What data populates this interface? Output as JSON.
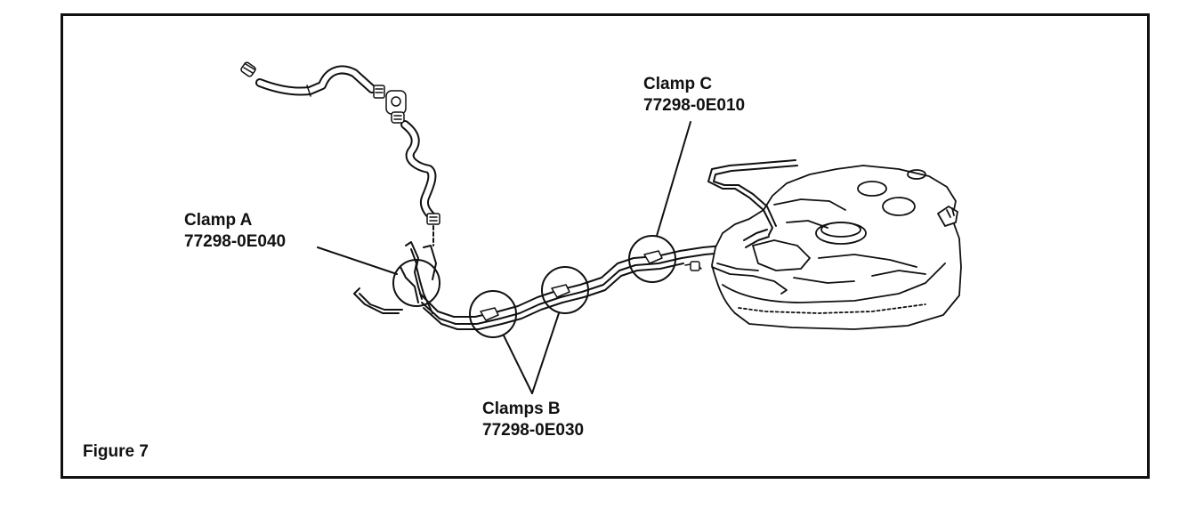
{
  "figure": {
    "caption": "Figure 7",
    "callouts": {
      "clamp_a": {
        "name": "Clamp A",
        "part_number": "77298-0E040"
      },
      "clamps_b": {
        "name": "Clamps B",
        "part_number": "77298-0E030"
      },
      "clamp_c": {
        "name": "Clamp C",
        "part_number": "77298-0E010"
      }
    },
    "colors": {
      "ink": "#111111",
      "background": "#ffffff"
    }
  }
}
